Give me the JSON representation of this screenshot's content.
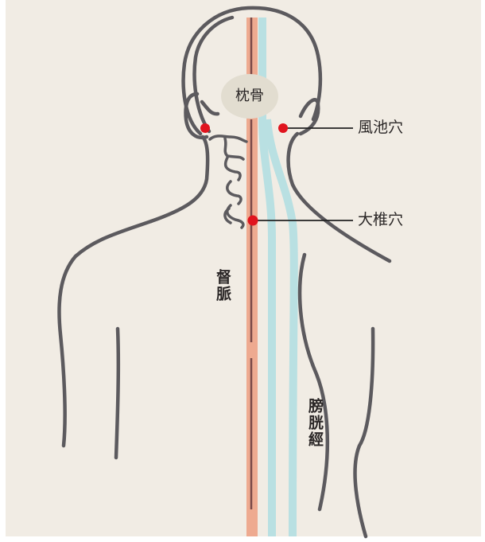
{
  "diagram": {
    "subject": "back-of-body-meridians",
    "colors": {
      "background": "#f1ece4",
      "outline": "#5c5a5e",
      "governing_vessel": "#eeaa90",
      "governing_vessel_core": "#7a4a48",
      "bladder_meridian": "#b9e0e2",
      "acupoint": "#e0141e",
      "bone_bubble": "#e2ddd0",
      "leader_line": "#222222"
    },
    "bone_label": "枕骨",
    "acupoints": [
      {
        "id": "fengchi",
        "label": "風池穴"
      },
      {
        "id": "dazhui",
        "label": "大椎穴"
      }
    ],
    "meridians": [
      {
        "id": "governing-vessel",
        "label": "督脈"
      },
      {
        "id": "bladder-meridian",
        "label": "膀胱經"
      }
    ]
  }
}
